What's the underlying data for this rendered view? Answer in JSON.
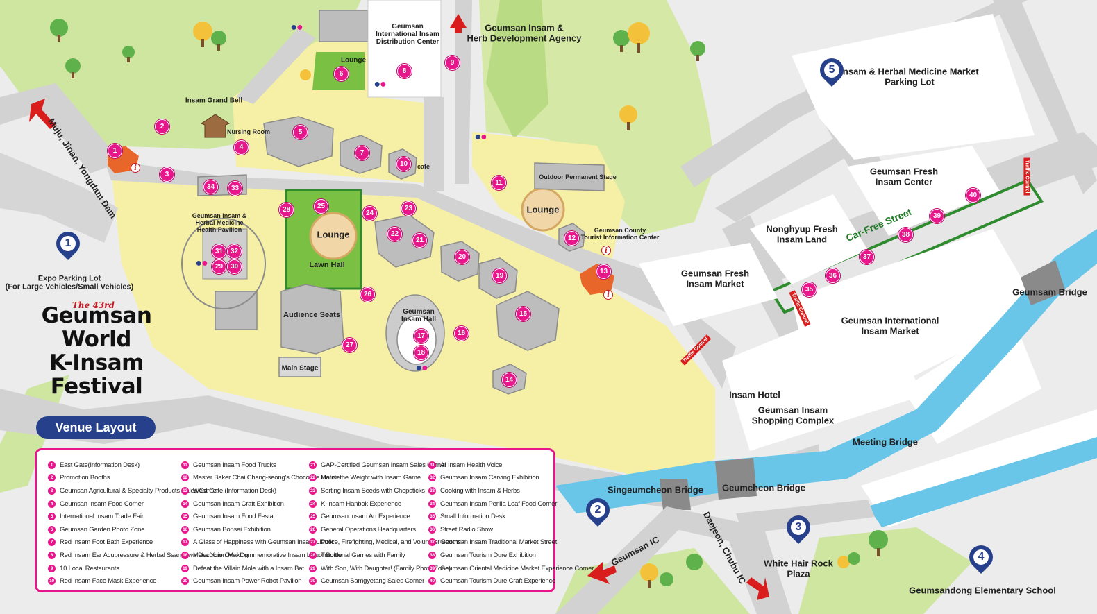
{
  "title": {
    "edition": "The 43rd",
    "lines": [
      "Geumsan",
      "World",
      "K-Insam",
      "Festival"
    ],
    "subtitle": "Venue Layout"
  },
  "labels": {
    "distribution_center": "Geumsan\nInternational Insam\nDistribution Center",
    "dev_agency": "Geumsan Insam &\nHerb Development Agency",
    "market_parking": "Insam & Herbal Medicine Market\nParking Lot",
    "fresh_center": "Geumsan Fresh\nInsam Center",
    "nonghyup": "Nonghyup Fresh\nInsam Land",
    "fresh_market": "Geumsan Fresh\nInsam Market",
    "intl_market": "Geumsan International\nInsam Market",
    "geumsam_bridge": "Geumsam Bridge",
    "insam_hotel": "Insam Hotel",
    "shopping_complex": "Geumsan Insam\nShopping Complex",
    "meeting_bridge": "Meeting Bridge",
    "singeumcheon_bridge": "Singeumcheon Bridge",
    "geumcheon_bridge": "Geumcheon Bridge",
    "white_hair_rock": "White Hair Rock\nPlaza",
    "elementary_school": "Geumsandong Elementary School",
    "geumsan_ic": "Geumsan IC",
    "daejeon": "Daejeon, Chubu IC",
    "mujiu": "Muju, Jinan, Yongdam Dam",
    "expo_parking": "Expo Parking Lot\n(For Large Vehicles/Small Vehicles)",
    "grand_bell": "Insam Grand Bell",
    "nursing_room": "Nursing Room",
    "lounge_top": "Lounge",
    "lounge_center": "Lounge",
    "lounge_right": "Lounge",
    "lawn_hall": "Lawn Hall",
    "audience_seats": "Audience Seats",
    "main_stage": "Main Stage",
    "insam_hall": "Geumsan\nInsam Hall",
    "health_pavilion": "Geumsan Insam &\nHerbal Medicine\nHealth Pavilion",
    "outdoor_stage": "Outdoor Permanent Stage",
    "tourist_center": "Geumsan County\nTourist Information Center",
    "cafe": "cafe",
    "car_free_street": "Car-Free Street",
    "traffic_control": "Traffic Control",
    "toilet": "Toilet"
  },
  "parking_numbers": [
    "1",
    "2",
    "3",
    "4",
    "5"
  ],
  "markers": [
    "1",
    "2",
    "3",
    "4",
    "5",
    "6",
    "7",
    "8",
    "9",
    "10",
    "11",
    "12",
    "13",
    "14",
    "15",
    "16",
    "17",
    "18",
    "19",
    "20",
    "21",
    "22",
    "23",
    "24",
    "25",
    "26",
    "27",
    "28",
    "29",
    "30",
    "31",
    "32",
    "33",
    "34",
    "35",
    "36",
    "37",
    "38",
    "39",
    "40"
  ],
  "legend": [
    {
      "num": "1",
      "text": "East Gate(Information Desk)"
    },
    {
      "num": "2",
      "text": "Promotion Booths"
    },
    {
      "num": "3",
      "text": "Geumsan Agricultural & Specialty Products Sales Corner"
    },
    {
      "num": "4",
      "text": "Geumsan Insam Food Corner"
    },
    {
      "num": "5",
      "text": "International Insam Trade Fair"
    },
    {
      "num": "6",
      "text": "Geumsan Garden Photo Zone"
    },
    {
      "num": "7",
      "text": "Red Insam Foot Bath Experience"
    },
    {
      "num": "8",
      "text": "Red Insam Ear Acupressure & Herbal Ssanghwa Decoction Making"
    },
    {
      "num": "9",
      "text": "10 Local Restaurants"
    },
    {
      "num": "10",
      "text": "Red Insam Face Mask Experience"
    },
    {
      "num": "11",
      "text": "Geumsan Insam Food Trucks"
    },
    {
      "num": "12",
      "text": "Master Baker Chai Chang-seong's Chocolate House"
    },
    {
      "num": "13",
      "text": "West Gate (Information Desk)"
    },
    {
      "num": "14",
      "text": "Geumsan Insam Craft Exhibition"
    },
    {
      "num": "15",
      "text": "Geumsan Insam Food Festa"
    },
    {
      "num": "16",
      "text": "Geumsan Bonsai Exhibition"
    },
    {
      "num": "17",
      "text": "A Glass of Happiness with Geumsan Insam Liquor"
    },
    {
      "num": "18",
      "text": "Make Your Own Commemorative Insam Liquor Bottle"
    },
    {
      "num": "19",
      "text": "Defeat the Villain Mole with a Insam Bat"
    },
    {
      "num": "20",
      "text": "Geumsan Insam Power Robot Pavilion"
    },
    {
      "num": "21",
      "text": "GAP-Certified Geumsan Insam Sales Corner"
    },
    {
      "num": "22",
      "text": "Match the Weight with Insam Game"
    },
    {
      "num": "23",
      "text": "Sorting Insam Seeds with Chopsticks"
    },
    {
      "num": "24",
      "text": "K-Insam Hanbok Experience"
    },
    {
      "num": "25",
      "text": "Geumsan Insam Art Experience"
    },
    {
      "num": "26",
      "text": "General Operations Headquarters"
    },
    {
      "num": "27",
      "text": "Police, Firefighting, Medical, and Volunteer Booths"
    },
    {
      "num": "28",
      "text": "Traditional Games with Family"
    },
    {
      "num": "29",
      "text": "With Son, With Daughter! (Family Photo Zone)"
    },
    {
      "num": "30",
      "text": "Geumsan Samgyetang Sales Corner"
    },
    {
      "num": "31",
      "text": "AI Insam Health Voice"
    },
    {
      "num": "32",
      "text": "Geumsan Insam Carving Exhibition"
    },
    {
      "num": "33",
      "text": "Cooking with Insam & Herbs"
    },
    {
      "num": "34",
      "text": "Geumsan Insam Perilla Leaf Food Corner"
    },
    {
      "num": "35",
      "text": "Small Information Desk"
    },
    {
      "num": "36",
      "text": "Street Radio Show"
    },
    {
      "num": "37",
      "text": "Geumsan Insam Traditional Market Street"
    },
    {
      "num": "38",
      "text": "Geumsan Tourism Dure Exhibition"
    },
    {
      "num": "39",
      "text": "Geumsan Oriental Medicine Market Experience Corner"
    },
    {
      "num": "40",
      "text": "Geumsan Tourism Dure Craft Experience"
    }
  ],
  "colors": {
    "road": "#d2d2d2",
    "venue": "#f6f0a6",
    "green": "#cfe6a0",
    "river": "#6ac6e8",
    "marker": "#e8168b",
    "parking": "#27408b",
    "arrow": "#d91c1c",
    "car_free": "#2e8b2e"
  }
}
